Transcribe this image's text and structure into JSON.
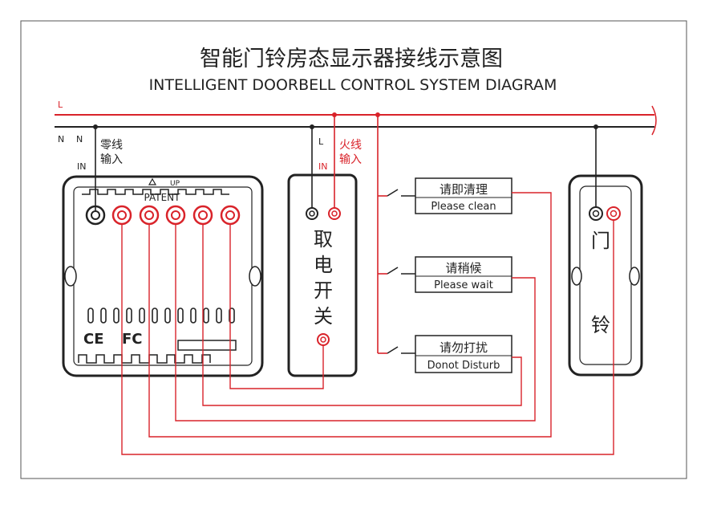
{
  "title_cn": "智能门铃房态显示器接线示意图",
  "title_en": "INTELLIGENT DOORBELL CONTROL SYSTEM DIAGRAM",
  "lines": {
    "live": "L",
    "neutral_a": "N",
    "neutral_b": "N"
  },
  "panel": {
    "in_label": "IN",
    "neutral_input_1": "零线",
    "neutral_input_2": "输入",
    "up_label": "UP",
    "patent_label": "PATENT",
    "ce_mark": "CE",
    "fc_mark": "FC"
  },
  "card_switch": {
    "l_label": "L",
    "in_label": "IN",
    "live_input_1": "火线",
    "live_input_2": "输入",
    "name_chars": [
      "取",
      "电",
      "开",
      "关"
    ]
  },
  "buttons": [
    {
      "cn": "请即清理",
      "en": "Please clean"
    },
    {
      "cn": "请稍候",
      "en": "Please wait"
    },
    {
      "cn": "请勿打扰",
      "en": "Donot Disturb"
    }
  ],
  "doorbell": {
    "name_chars": [
      "门",
      "铃"
    ]
  },
  "colors": {
    "live": "#d9232a",
    "neutral": "#222222",
    "frame": "#222222"
  }
}
